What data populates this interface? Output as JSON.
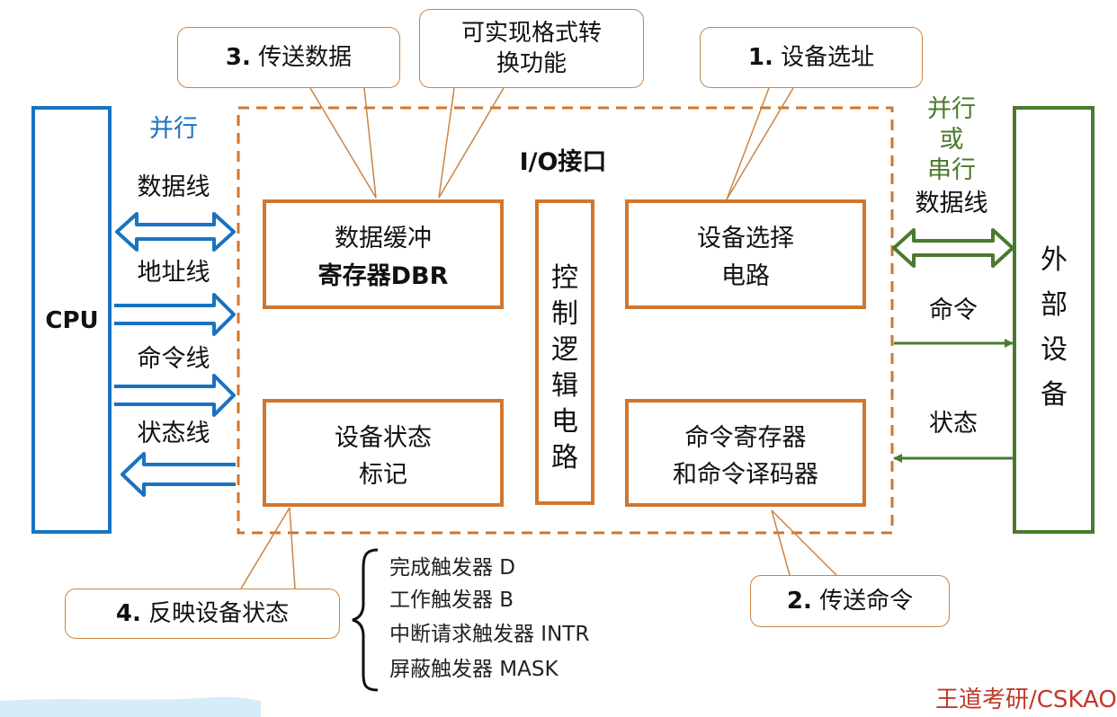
{
  "title": "I/O接口",
  "cpu": {
    "label": "CPU"
  },
  "device": {
    "label": "外部设备"
  },
  "cpu_side": {
    "mode": "并行",
    "lines": [
      "数据线",
      "地址线",
      "命令线",
      "状态线"
    ]
  },
  "device_side": {
    "mode_lines": [
      "并行",
      "或",
      "串行"
    ],
    "data_line": "数据线",
    "command": "命令",
    "status": "状态"
  },
  "blocks": {
    "dbr": [
      "数据缓冲",
      "寄存器DBR"
    ],
    "control": "控制逻辑电路",
    "select": [
      "设备选择",
      "电路"
    ],
    "status": [
      "设备状态",
      "标记"
    ],
    "command": [
      "命令寄存器",
      "和命令译码器"
    ]
  },
  "callouts": {
    "transfer_data": {
      "num": "3.",
      "text": "传送数据"
    },
    "format": [
      "可实现格式转",
      "换功能"
    ],
    "address": {
      "num": "1.",
      "text": "设备选址"
    },
    "status": {
      "num": "4.",
      "text": "反映设备状态"
    },
    "command": {
      "num": "2.",
      "text": "传送命令"
    }
  },
  "flags": [
    "完成触发器 D",
    "工作触发器 B",
    "中断请求触发器 INTR",
    "屏蔽触发器 MASK"
  ],
  "watermark": "王道考研/CSKAO",
  "colors": {
    "cpu": "#1a73c0",
    "device": "#4a7a2e",
    "block": "#d0762e",
    "callout": "#c98545"
  }
}
